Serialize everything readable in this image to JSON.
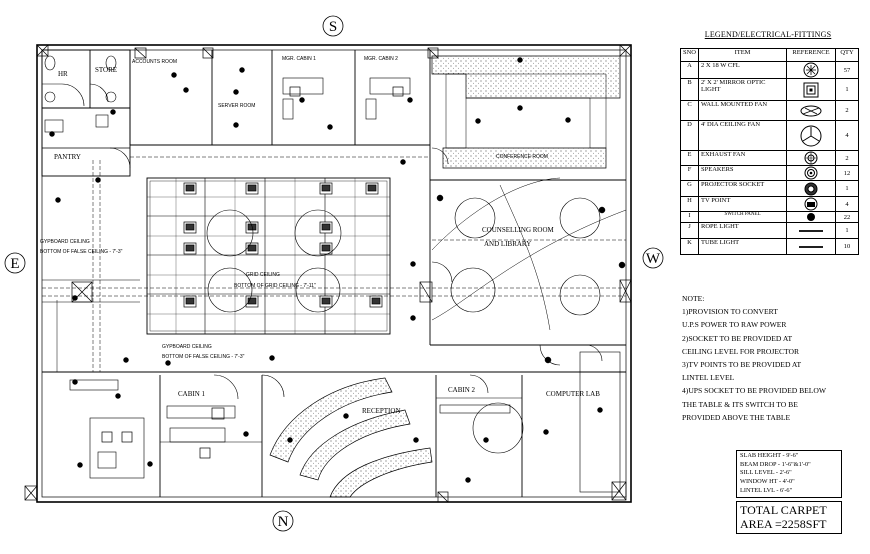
{
  "compass": {
    "north": "N",
    "south": "S",
    "east": "E",
    "west": "W"
  },
  "rooms": {
    "hr": "HR",
    "store": "STORE",
    "pantry": "PANTRY",
    "accounts": "ACCOUNTS ROOM",
    "server": "SERVER ROOM",
    "mgr1": "MGR. CABIN 1",
    "mgr2": "MGR. CABIN 2",
    "conference": "CONFERENCE ROOM",
    "counselling_1": "COUNSELLING ROOM",
    "counselling_2": "AND LIBRARY",
    "grid_ceiling_1": "GRID CEILING",
    "grid_ceiling_2": "BOTTOM OF GRID CEILING - 7'-11\"",
    "gyp_left_1": "GYPBOARD CEILING",
    "gyp_left_2": "BOTTOM OF FALSE CEILING - 7'-3\"",
    "gyp_mid_1": "GYPBOARD CEILING",
    "gyp_mid_2": "BOTTOM OF FALSE CEILING - 7'-3\"",
    "cabin1": "CABIN 1",
    "cabin2": "CABIN 2",
    "reception": "RECEPTION",
    "computer_lab": "COMPUTER LAB"
  },
  "legend": {
    "title": "LEGEND/ELECTRICAL-FITTINGS",
    "headers": {
      "sno": "SNO",
      "item": "ITEM",
      "reference": "REFERENCE",
      "qty": "QTY"
    },
    "rows": [
      {
        "sno": "A",
        "item": "2 X 18 W CFL",
        "qty": "57",
        "icon": "cfl-icon"
      },
      {
        "sno": "B",
        "item": "2' X 2' MIRROR OPTIC LIGHT",
        "qty": "1",
        "icon": "mirror-optic-light-icon"
      },
      {
        "sno": "C",
        "item": "WALL MOUNTED FAN",
        "qty": "2",
        "icon": "wall-mounted-fan-icon"
      },
      {
        "sno": "D",
        "item": "4' DIA CEILING FAN",
        "qty": "4",
        "icon": "ceiling-fan-icon"
      },
      {
        "sno": "E",
        "item": "EXHAUST FAN",
        "qty": "2",
        "icon": "exhaust-fan-icon"
      },
      {
        "sno": "F",
        "item": "SPEAKERS",
        "qty": "12",
        "icon": "speaker-icon"
      },
      {
        "sno": "G",
        "item": "PROJECTOR SOCKET",
        "qty": "1",
        "icon": "projector-socket-icon"
      },
      {
        "sno": "H",
        "item": "TV POINT",
        "qty": "4",
        "icon": "tv-point-icon"
      },
      {
        "sno": "I",
        "item": "SWITCH PANEL",
        "qty": "22",
        "icon": "switch-panel-icon"
      },
      {
        "sno": "J",
        "item": "ROPE LIGHT",
        "qty": "1",
        "icon": "rope-light-icon"
      },
      {
        "sno": "K",
        "item": "TUBE LIGHT",
        "qty": "10",
        "icon": "tube-light-icon"
      }
    ]
  },
  "notes": {
    "heading": "NOTE:",
    "lines": [
      "1)PROVISION TO CONVERT",
      "U.P.S POWER TO RAW POWER",
      "2)SOCKET TO BE PROVIDED AT",
      "CEILING LEVEL FOR PROJECTOR",
      "3)TV POINTS TO BE PROVIDED AT",
      "LINTEL LEVEL",
      "4)UPS SOCKET TO BE PROVIDED BELOW",
      "THE TABLE & ITS SWITCH TO BE",
      "PROVIDED ABOVE THE TABLE"
    ]
  },
  "heights": [
    "SLAB HEIGHT - 9'-6\"",
    "BEAM DROP - 1'-6\"&1'-0\"",
    "SILL LEVEL - 2'-6\"",
    "WINDOW HT - 4'-0\"",
    "LINTEL LVL - 6'-6\""
  ],
  "total_carpet": {
    "line1": "TOTAL CARPET",
    "line2": "AREA =2258SFT"
  }
}
